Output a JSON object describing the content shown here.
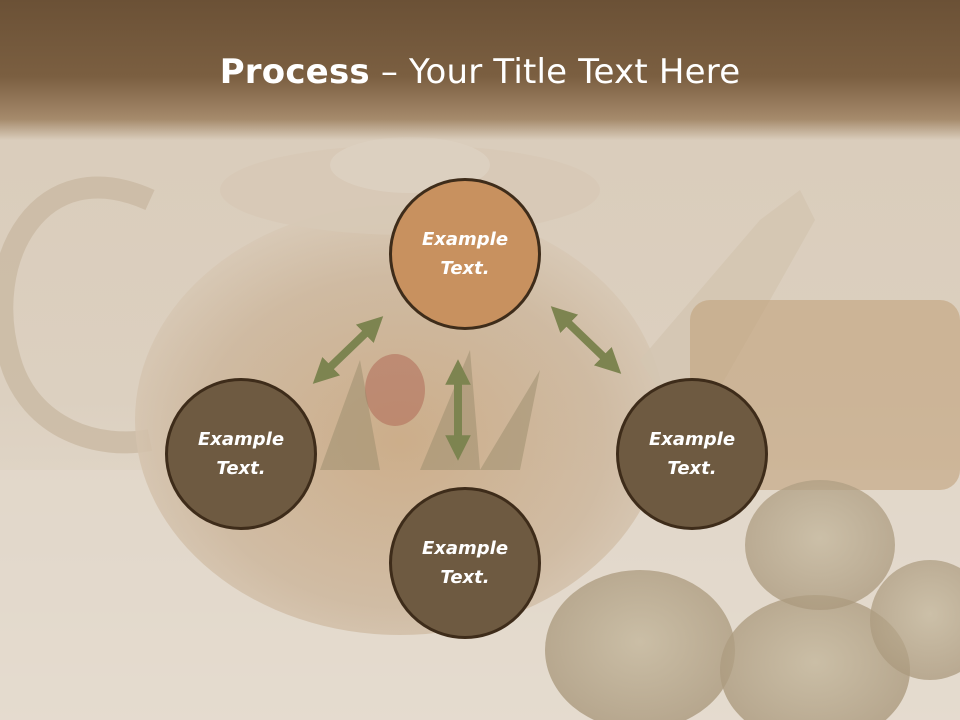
{
  "title": {
    "bold": "Process",
    "rest": " – Your Title Text Here"
  },
  "nodes": [
    {
      "line1": "Example",
      "line2": "Text."
    },
    {
      "line1": "Example",
      "line2": "Text."
    },
    {
      "line1": "Example",
      "line2": "Text."
    },
    {
      "line1": "Example",
      "line2": "Text."
    }
  ],
  "colors": {
    "header": "#6b5136",
    "node_primary": "#c8915f",
    "node_secondary": "#6e5a41",
    "node_border": "#3e2c1a",
    "arrow": "#7d8450"
  }
}
